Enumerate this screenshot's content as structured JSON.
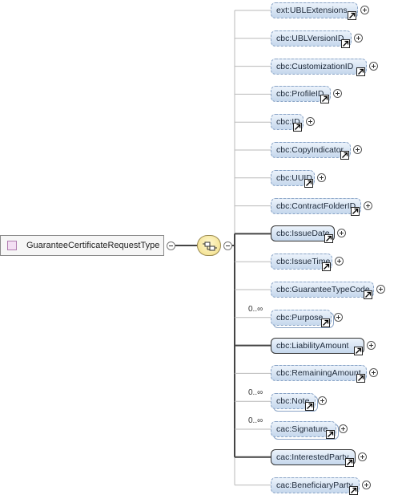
{
  "root": {
    "label": "GuaranteeCertificateRequestType"
  },
  "children": [
    {
      "name": "ext:UBLExtensions",
      "optional": true,
      "cardinality": ""
    },
    {
      "name": "cbc:UBLVersionID",
      "optional": true,
      "cardinality": ""
    },
    {
      "name": "cbc:CustomizationID",
      "optional": true,
      "cardinality": ""
    },
    {
      "name": "cbc:ProfileID",
      "optional": true,
      "cardinality": ""
    },
    {
      "name": "cbc:ID",
      "optional": true,
      "cardinality": ""
    },
    {
      "name": "cbc:CopyIndicator",
      "optional": true,
      "cardinality": ""
    },
    {
      "name": "cbc:UUID",
      "optional": true,
      "cardinality": ""
    },
    {
      "name": "cbc:ContractFolderID",
      "optional": true,
      "cardinality": ""
    },
    {
      "name": "cbc:IssueDate",
      "optional": false,
      "cardinality": ""
    },
    {
      "name": "cbc:IssueTime",
      "optional": true,
      "cardinality": ""
    },
    {
      "name": "cbc:GuaranteeTypeCode",
      "optional": true,
      "cardinality": ""
    },
    {
      "name": "cbc:Purpose",
      "optional": true,
      "cardinality": "0..∞"
    },
    {
      "name": "cbc:LiabilityAmount",
      "optional": false,
      "cardinality": ""
    },
    {
      "name": "cbc:RemainingAmount",
      "optional": true,
      "cardinality": ""
    },
    {
      "name": "cbc:Note",
      "optional": true,
      "cardinality": "0..∞"
    },
    {
      "name": "cac:Signature",
      "optional": true,
      "cardinality": "0..∞"
    },
    {
      "name": "cac:InterestedParty",
      "optional": false,
      "cardinality": ""
    },
    {
      "name": "cac:BeneficiaryParty",
      "optional": true,
      "cardinality": ""
    }
  ],
  "icons": {
    "reference": "reference-arrow-icon",
    "expand": "expand-plus-icon",
    "collapse": "collapse-minus-icon",
    "sequence": "sequence-compositor-icon"
  },
  "colors": {
    "element_fill": "#c5d7ec",
    "element_border": "#6f8fb8",
    "root_square": "#f3dff3",
    "sequence_fill": "#f1dc82"
  }
}
